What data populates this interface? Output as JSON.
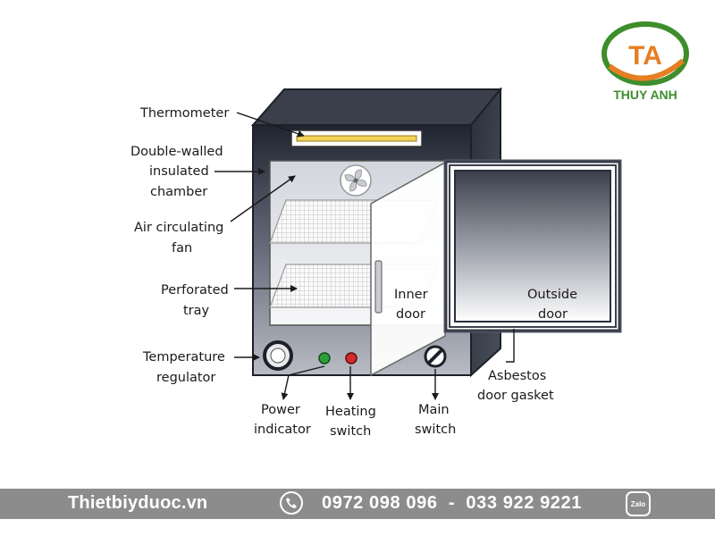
{
  "logo": {
    "initials": "TA",
    "name": "THUY ANH",
    "colors": {
      "green": "#3e8e2c",
      "orange": "#e67e22"
    }
  },
  "diagram": {
    "labels": {
      "thermometer": "Thermometer",
      "chamber": [
        "Double-walled",
        "insulated",
        "chamber"
      ],
      "fan": [
        "Air circulating",
        "fan"
      ],
      "tray": [
        "Perforated",
        "tray"
      ],
      "regulator": [
        "Temperature",
        "regulator"
      ],
      "power": [
        "Power",
        "indicator"
      ],
      "heating": [
        "Heating",
        "switch"
      ],
      "main": [
        "Main",
        "switch"
      ],
      "gasket": [
        "Asbestos",
        "door gasket"
      ],
      "inner_door": [
        "Inner",
        "door"
      ],
      "outside_door": [
        "Outside",
        "door"
      ]
    },
    "colors": {
      "cabinet": "#3d4350",
      "power_light": "#2e9e3a",
      "heating_light": "#d42a2a",
      "thermometer": "#f2d35a"
    }
  },
  "footer": {
    "website": "Thietbiyduoc.vn",
    "phones": "0972 098 096  -  033 922 9221",
    "zalo": "Zalo",
    "phone_icon": "phone-icon",
    "zalo_icon": "zalo-icon"
  }
}
